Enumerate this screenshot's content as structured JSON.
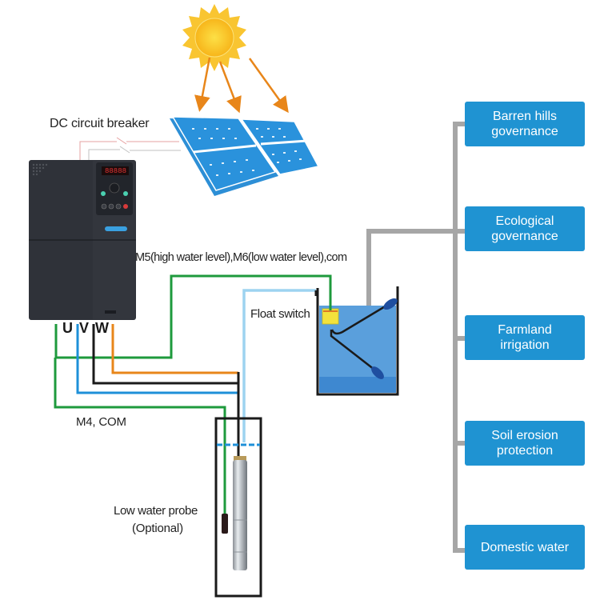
{
  "labels": {
    "dc_breaker": "DC circuit breaker",
    "m5_m6": "M5(high water level),M6(low water level),com",
    "float_switch": "Float switch",
    "m4_com": "M4, COM",
    "low_probe": "Low water probe",
    "low_probe_note": "(Optional)",
    "uvw": [
      "U",
      "V",
      "W"
    ],
    "inverter_display": "88888"
  },
  "applications": [
    {
      "label": "Barren hills\ngovernance"
    },
    {
      "label": "Ecological\ngovernance"
    },
    {
      "label": "Farmland\nirrigation"
    },
    {
      "label": "Soil erosion\nprotection"
    },
    {
      "label": "Domestic water"
    }
  ],
  "colors": {
    "app_box": "#1f93d2",
    "pipe": "#a6a6a6",
    "wire_green": "#1e9a3c",
    "wire_blue": "#1e90d8",
    "wire_black": "#1a1a1a",
    "wire_orange": "#e8861a",
    "wire_lightblue": "#9dd3f0",
    "tank_water": "#4a9be0",
    "sun": "#f7c21a",
    "solar_panel": "#2a8fd6",
    "inverter": "#2e3138"
  }
}
